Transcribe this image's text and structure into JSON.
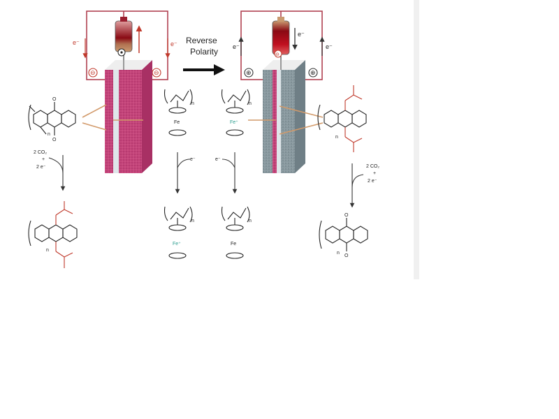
{
  "colors": {
    "circuit_wire": "#b04050",
    "current_arrow": "#c0392b",
    "negative_electrode": "#c4447a",
    "positive_electrode": "#8a9aa0",
    "separator": "#dfe6ea",
    "connector_line": "#d29a6a",
    "reduced_ion": "#2a9d8f",
    "side_strip": "#f0f0f0"
  },
  "header": {
    "reverse_line1": "Reverse",
    "reverse_line2": "Polarity"
  },
  "left_cell": {
    "electron_left": "e⁻",
    "electron_right": "e⁻",
    "terminal_left": "⊖",
    "terminal_right": "⊖",
    "terminal_top": "⊙"
  },
  "right_cell": {
    "electron_left": "e⁻",
    "electron_mid": "e⁻",
    "electron_right": "e⁻",
    "terminal_left": "⊕",
    "terminal_right": "⊕",
    "terminal_top": "⊖"
  },
  "chemistry": {
    "aq_left_top_o1": "O",
    "aq_left_top_o2": "O",
    "aq_left_top_n": "n",
    "co2_left": "2 CO₂",
    "e_left": "2 e⁻",
    "plus": "+",
    "aq_left_bottom_n": "n",
    "fe_top_left": "Fe",
    "fe_top_right": "Fe⁺",
    "n_top_left": "n",
    "n_top_right": "n",
    "e_fc_left": "e⁻",
    "e_fc_right": "e⁻",
    "fe_bottom_left": "Fe⁺",
    "fe_bottom_right": "Fe",
    "n_bottom_left": "n",
    "n_bottom_right": "n",
    "co2_right": "2 CO₂",
    "e_right": "2 e⁻",
    "aq_right_top_n": "n",
    "aq_right_bottom_o1": "O",
    "aq_right_bottom_o2": "O",
    "aq_right_bottom_n": "n"
  }
}
